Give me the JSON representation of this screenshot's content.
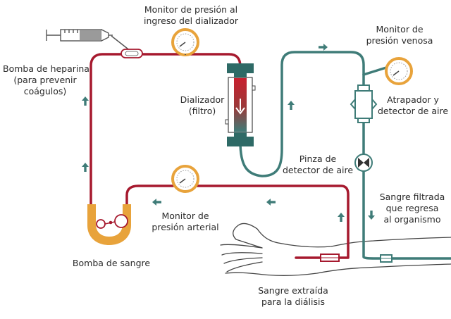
{
  "labels": {
    "arterial_inlet_monitor": [
      "Monitor de presión al",
      "ingreso del dializador"
    ],
    "venous_monitor": [
      "Monitor de",
      "presión venosa"
    ],
    "heparin_pump": [
      "Bomba de heparina",
      "(para prevenir",
      "coágulos)"
    ],
    "dialyzer": [
      "Dializador",
      "(filtro)"
    ],
    "air_trap": [
      "Atrapador y",
      "detector de aire"
    ],
    "air_clamp": [
      "Pinza de",
      "detector de aire"
    ],
    "filtered_blood": [
      "Sangre filtrada",
      "que regresa",
      "al organismo"
    ],
    "arterial_monitor": [
      "Monitor de",
      "presión arterial"
    ],
    "blood_pump": [
      "Bomba de sangre"
    ],
    "extracted_blood": [
      "Sangre extraída",
      "para la diálisis"
    ]
  },
  "colors": {
    "arterial_line": "#a6192e",
    "venous_line": "#3f7c78",
    "pump": "#e8a33b",
    "gauge": "#e8a33b",
    "dialyzer_body": "#2e6a66",
    "text": "#2b2b2b"
  },
  "icons": [
    "syringe-icon",
    "pressure-gauge-icon",
    "dialyzer-icon",
    "air-trap-icon",
    "clamp-icon",
    "pump-icon",
    "arm-icon",
    "flow-arrow-icon"
  ]
}
